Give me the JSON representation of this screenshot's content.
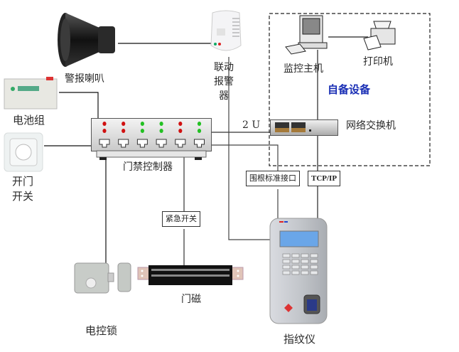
{
  "diagram": {
    "title": "门禁系统连接图",
    "devices": {
      "alarm_horn": "警报喇叭",
      "battery": "电池组",
      "door_switch_line1": "开门",
      "door_switch_line2": "开关",
      "linkage_alarm_line1": "联动",
      "linkage_alarm_line2": "报警",
      "linkage_alarm_line3": "器",
      "monitor_host": "监控主机",
      "printer": "打印机",
      "self_equipment": "自备设备",
      "network_switch": "网络交换机",
      "rack_size": "2 U",
      "controller": "门禁控制器",
      "wiegand_interface": "围根标准接口",
      "tcp_ip": "TCP/IP",
      "emergency_switch": "紧急开关",
      "electric_lock": "电控锁",
      "magnetic_lock": "门磁",
      "fingerprint_reader": "指纹仪"
    },
    "controller_leds": {
      "top_row": [
        "red",
        "red",
        "green",
        "green",
        "red",
        "green"
      ],
      "bottom_row": [
        "red",
        "red",
        "green",
        "green",
        "red",
        "green"
      ]
    },
    "colors": {
      "led_red": "#d01010",
      "led_green": "#22c022",
      "accent_label": "#1a2fb5"
    }
  }
}
